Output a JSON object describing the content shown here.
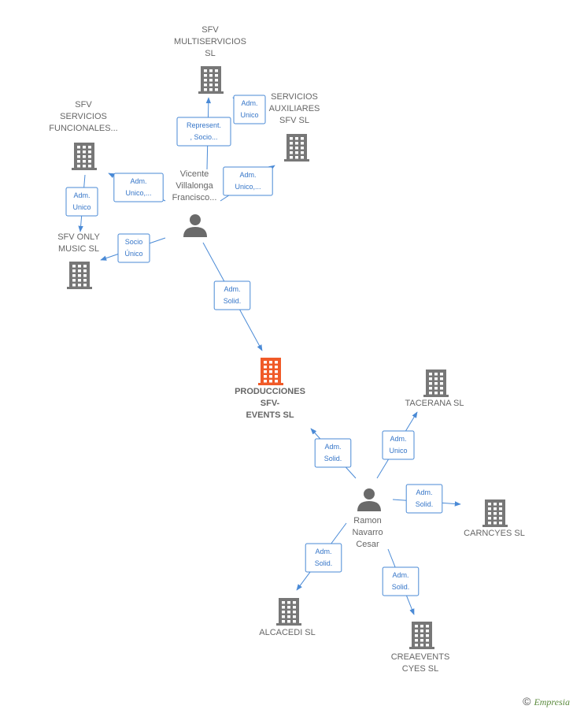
{
  "diagram": {
    "accent_color": "#4a8ad6",
    "main_color": "#f05a28",
    "nodes": [
      {
        "id": "prod",
        "kind": "company",
        "main": true,
        "label": [
          "PRODUCCIONES",
          "SFV-",
          "EVENTS  SL"
        ]
      },
      {
        "id": "vicente",
        "kind": "person",
        "label": [
          "Vicente",
          "Villalonga",
          "Francisco..."
        ]
      },
      {
        "id": "ramon",
        "kind": "person",
        "label": [
          "Ramon",
          "Navarro",
          "Cesar"
        ]
      },
      {
        "id": "multi",
        "kind": "company",
        "label": [
          "SFV",
          "MULTISERVICIOS",
          "SL"
        ]
      },
      {
        "id": "auxil",
        "kind": "company",
        "label": [
          "SERVICIOS",
          "AUXILIARES",
          "SFV  SL"
        ]
      },
      {
        "id": "func",
        "kind": "company",
        "label": [
          "SFV",
          "SERVICIOS",
          "FUNCIONALES..."
        ]
      },
      {
        "id": "music",
        "kind": "company",
        "label": [
          "SFV ONLY",
          "MUSIC  SL"
        ]
      },
      {
        "id": "tacerana",
        "kind": "company",
        "label": [
          "TACERANA  SL"
        ]
      },
      {
        "id": "carncyes",
        "kind": "company",
        "label": [
          "CARNCYES  SL"
        ]
      },
      {
        "id": "alcacedi",
        "kind": "company",
        "label": [
          "ALCACEDI  SL"
        ]
      },
      {
        "id": "creaevents",
        "kind": "company",
        "label": [
          "CREAEVENTS",
          "CYES  SL"
        ]
      }
    ],
    "edges": [
      {
        "from": "vicente",
        "to": "prod",
        "label": [
          "Adm.",
          "Solid."
        ]
      },
      {
        "from": "vicente",
        "to": "multi",
        "label": [
          "Represent.",
          ", Socio..."
        ]
      },
      {
        "from": "vicente",
        "to": "auxil",
        "label": [
          "Adm.",
          "Unico,..."
        ]
      },
      {
        "from": "multi",
        "to": "auxil",
        "label": [
          "Adm.",
          "Unico"
        ]
      },
      {
        "from": "vicente",
        "to": "func",
        "label": [
          "Adm.",
          "Unico,..."
        ]
      },
      {
        "from": "func",
        "to": "music",
        "label": [
          "Adm.",
          "Unico"
        ]
      },
      {
        "from": "vicente",
        "to": "music",
        "label": [
          "Socio",
          "Único"
        ]
      },
      {
        "from": "ramon",
        "to": "prod",
        "label": [
          "Adm.",
          "Solid."
        ]
      },
      {
        "from": "ramon",
        "to": "tacerana",
        "label": [
          "Adm.",
          "Unico"
        ]
      },
      {
        "from": "ramon",
        "to": "carncyes",
        "label": [
          "Adm.",
          "Solid."
        ]
      },
      {
        "from": "ramon",
        "to": "alcacedi",
        "label": [
          "Adm.",
          "Solid."
        ]
      },
      {
        "from": "ramon",
        "to": "creaevents",
        "label": [
          "Adm.",
          "Solid."
        ]
      }
    ]
  },
  "watermark": {
    "symbol": "©",
    "brand": "Empresia"
  }
}
